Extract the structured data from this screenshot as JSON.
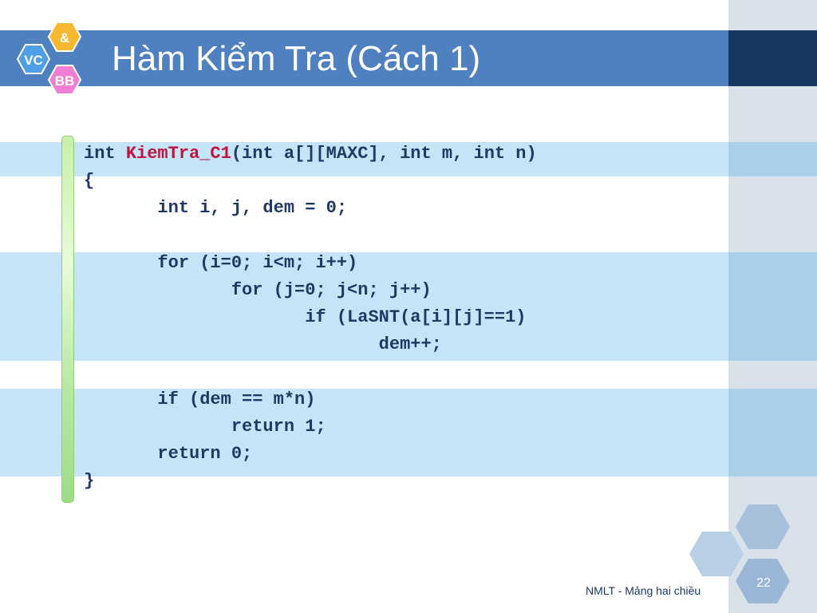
{
  "slide": {
    "title": "Hàm Kiểm Tra (Cách 1)",
    "logo": {
      "top": "&",
      "left": "VC",
      "bottom": "BB"
    },
    "code": {
      "line1_kw": "int ",
      "line1_fn": "KiemTra_C1",
      "line1_rest": "(int a[][MAXC], int m, int n)",
      "lines": [
        "{",
        "       int i, j, dem = 0;",
        "",
        "       for (i=0; i<m; i++)",
        "              for (j=0; j<n; j++)",
        "                     if (LaSNT(a[i][j]==1)",
        "                            dem++;",
        "",
        "       if (dem == m*n)",
        "              return 1;",
        "       return 0;",
        "}"
      ]
    },
    "footer": "NMLT - Mảng hai chiều",
    "page_number": "22",
    "colors": {
      "title_bar": "#4f81c0",
      "code_text": "#1f3864",
      "function_name": "#c0143c",
      "highlight": "#c6e4f7"
    }
  }
}
